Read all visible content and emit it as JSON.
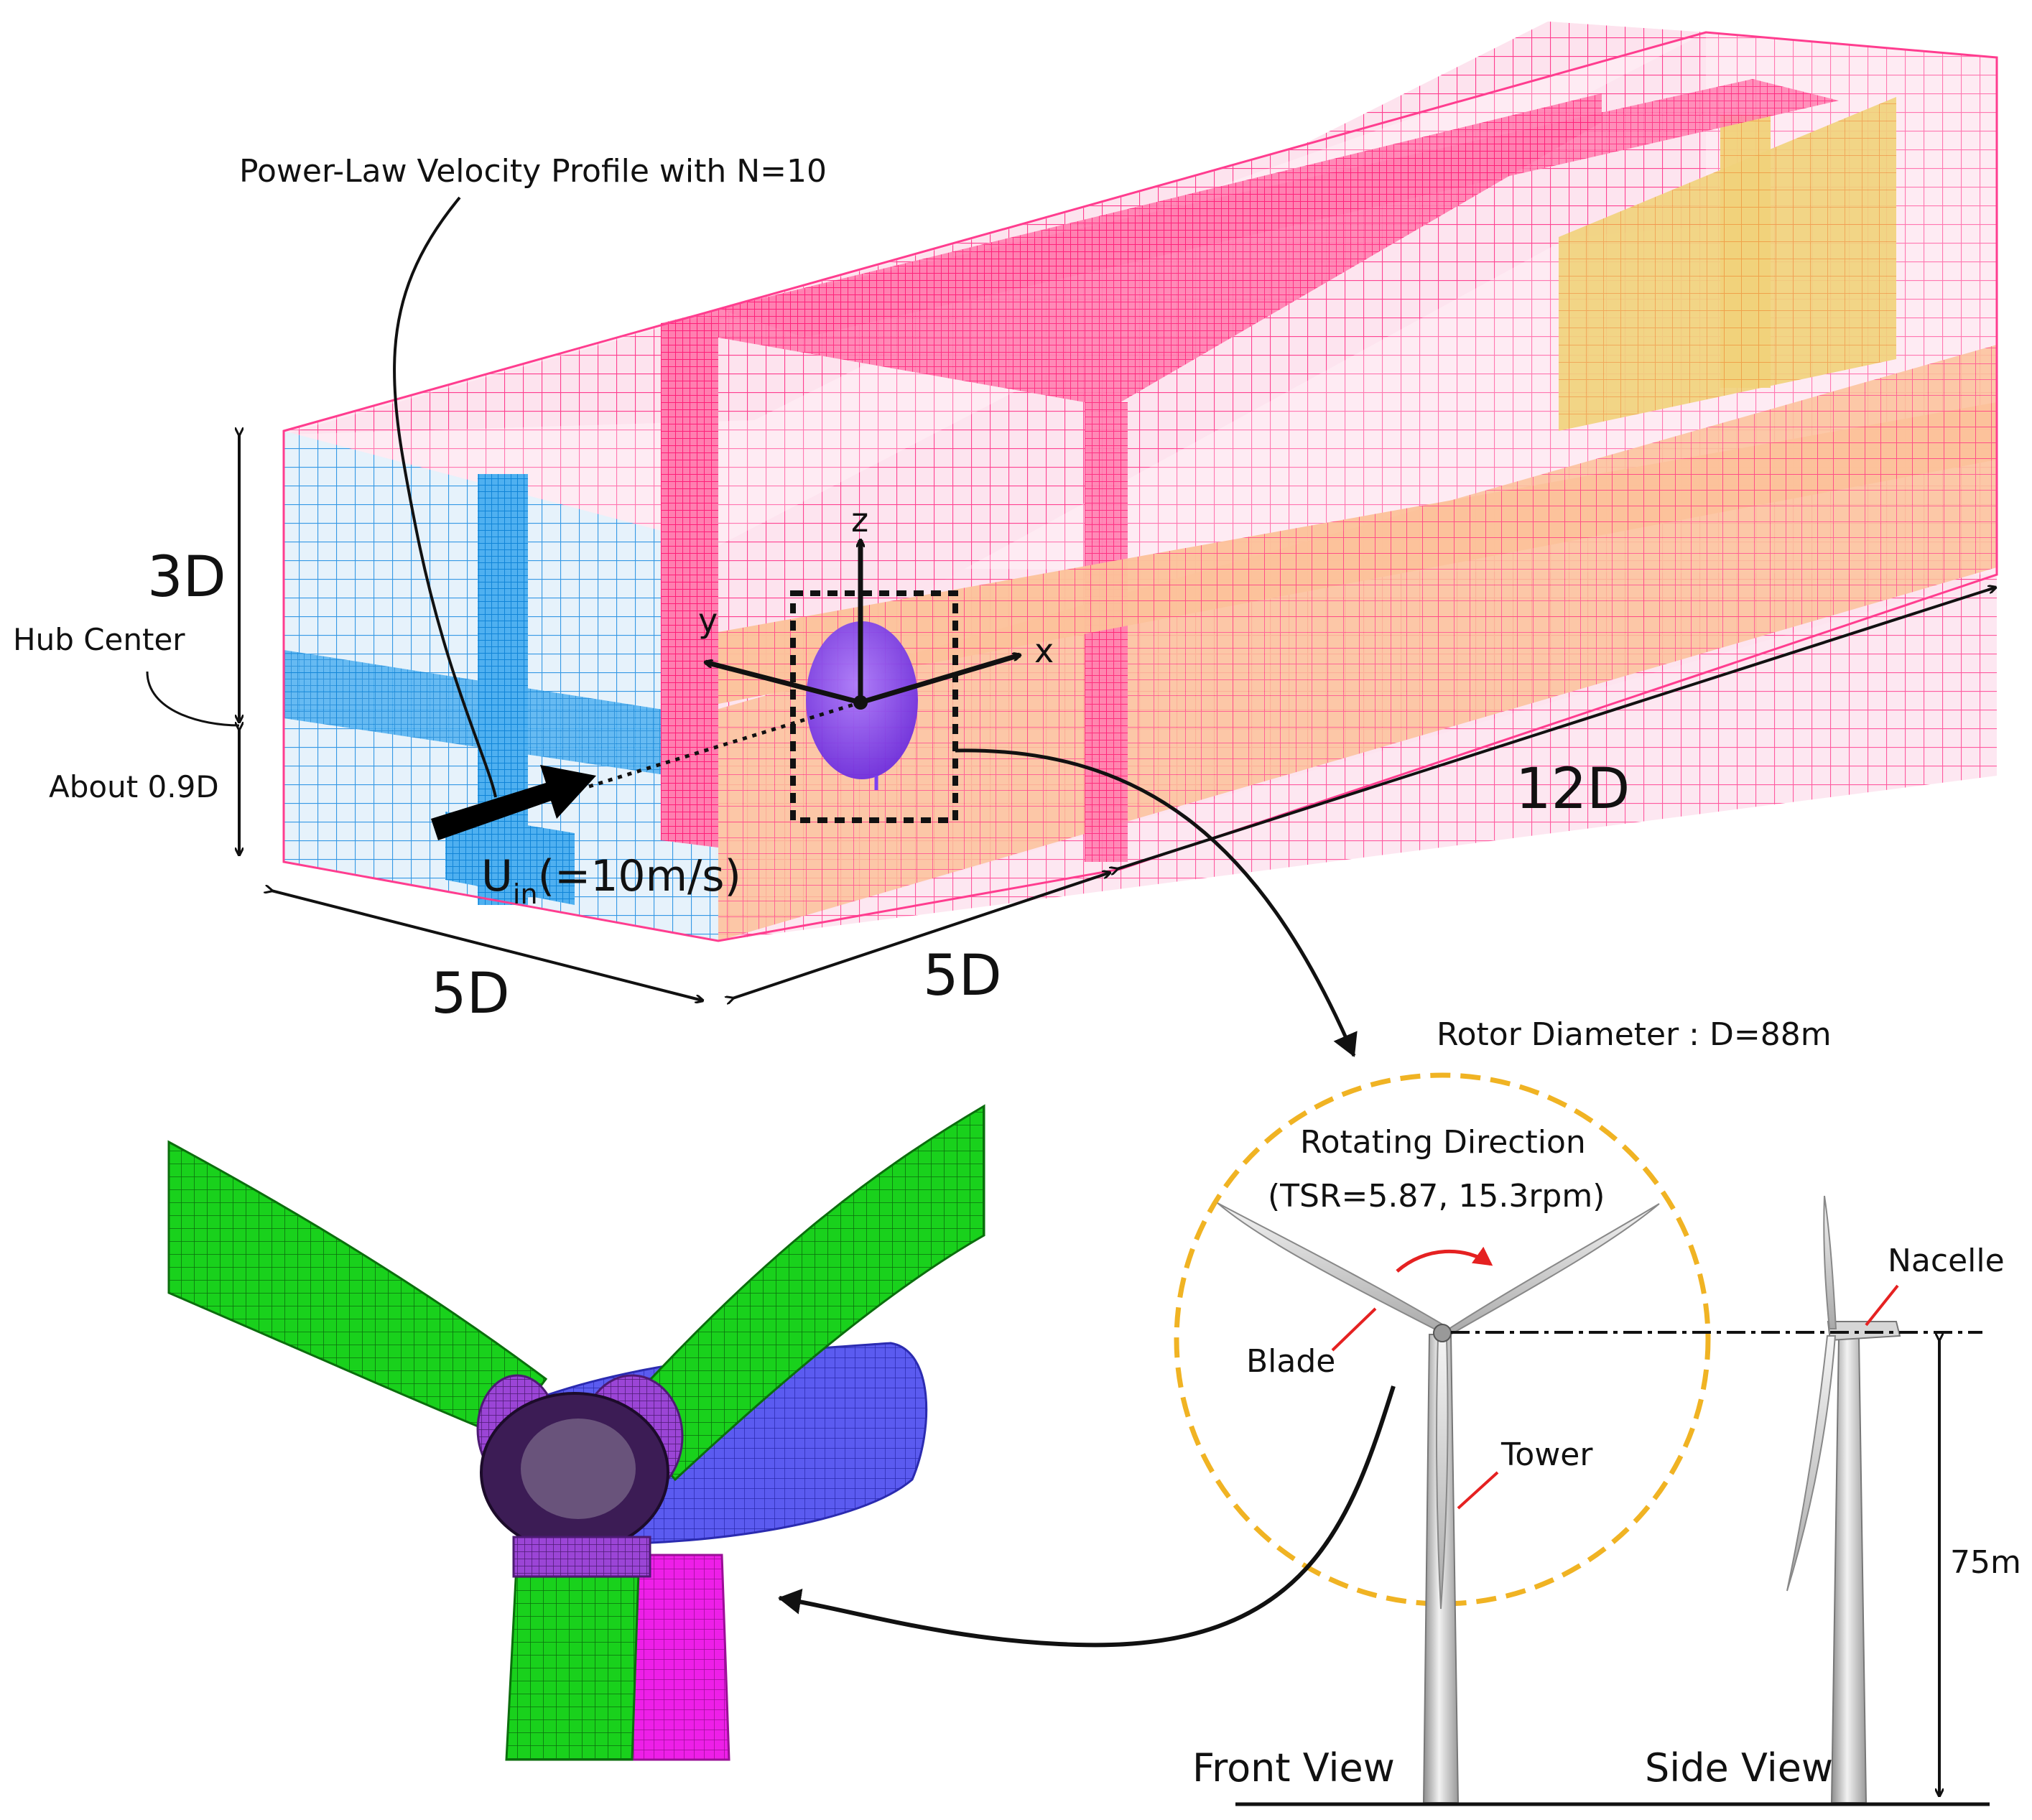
{
  "domain": {
    "profile_label": "Power-Law Velocity Profile with N=10",
    "height_label": "3D",
    "hub_label": "Hub Center",
    "below_hub_label": "About 0.9D",
    "inlet": {
      "symbol": "U",
      "subscript": "in",
      "value": "(=10m/s)"
    },
    "width_label": "5D",
    "upstream_label": "5D",
    "downstream_label": "12D",
    "axes": {
      "x": "x",
      "y": "y",
      "z": "z"
    },
    "colors": {
      "mesh_pink": "#ff3d8f",
      "mesh_blue": "#2a9be8",
      "mesh_orange": "#f7a23a",
      "mesh_yellow": "#e8c23a",
      "rotor_disk": "#7b3ff2"
    }
  },
  "turbine": {
    "rotor_label": "Rotor Diameter : D=88m",
    "rotating_label_1": "Rotating Direction",
    "rotating_label_2": "(TSR=5.87, 15.3rpm)",
    "blade_label": "Blade",
    "tower_label": "Tower",
    "nacelle_label": "Nacelle",
    "height_label": "75m",
    "front_view_label": "Front View",
    "side_view_label": "Side View",
    "colors": {
      "rotor_circle": "#f0b323",
      "rotation_arrow": "#e52121",
      "pointer": "#e52121"
    }
  },
  "closeup": {
    "icon": "rotor-hub-mesh-closeup",
    "colors": {
      "blade": "#19d11c",
      "hub": "#9b45d6",
      "nacelle": "#5b5bf0",
      "blade_lower": "#ee1fe8"
    }
  }
}
